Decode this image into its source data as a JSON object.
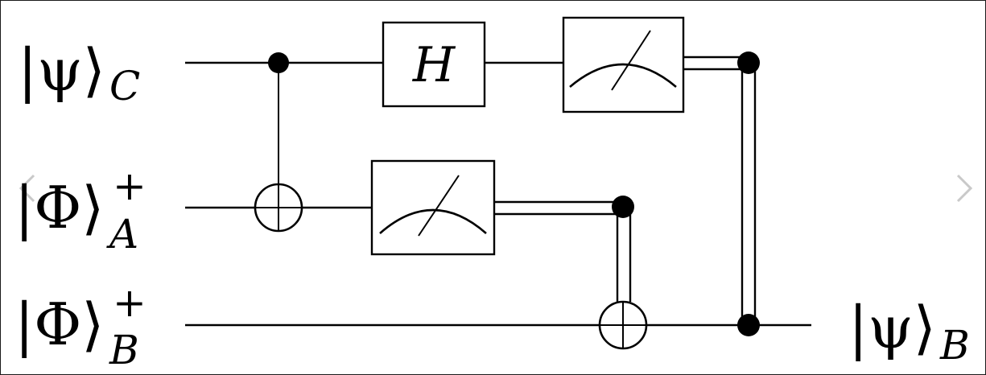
{
  "labels": {
    "input_c": {
      "ket": "|ψ⟩",
      "sub": "C",
      "sup": ""
    },
    "input_a": {
      "ket": "|Φ⟩",
      "sub": "A",
      "sup": "+"
    },
    "input_b": {
      "ket": "|Φ⟩",
      "sub": "B",
      "sup": "+"
    },
    "output_b": {
      "ket": "|ψ⟩",
      "sub": "B",
      "sup": ""
    }
  },
  "gates": {
    "hadamard": "H"
  },
  "icons": {
    "prev": "chevron-left-icon",
    "next": "chevron-right-icon"
  }
}
